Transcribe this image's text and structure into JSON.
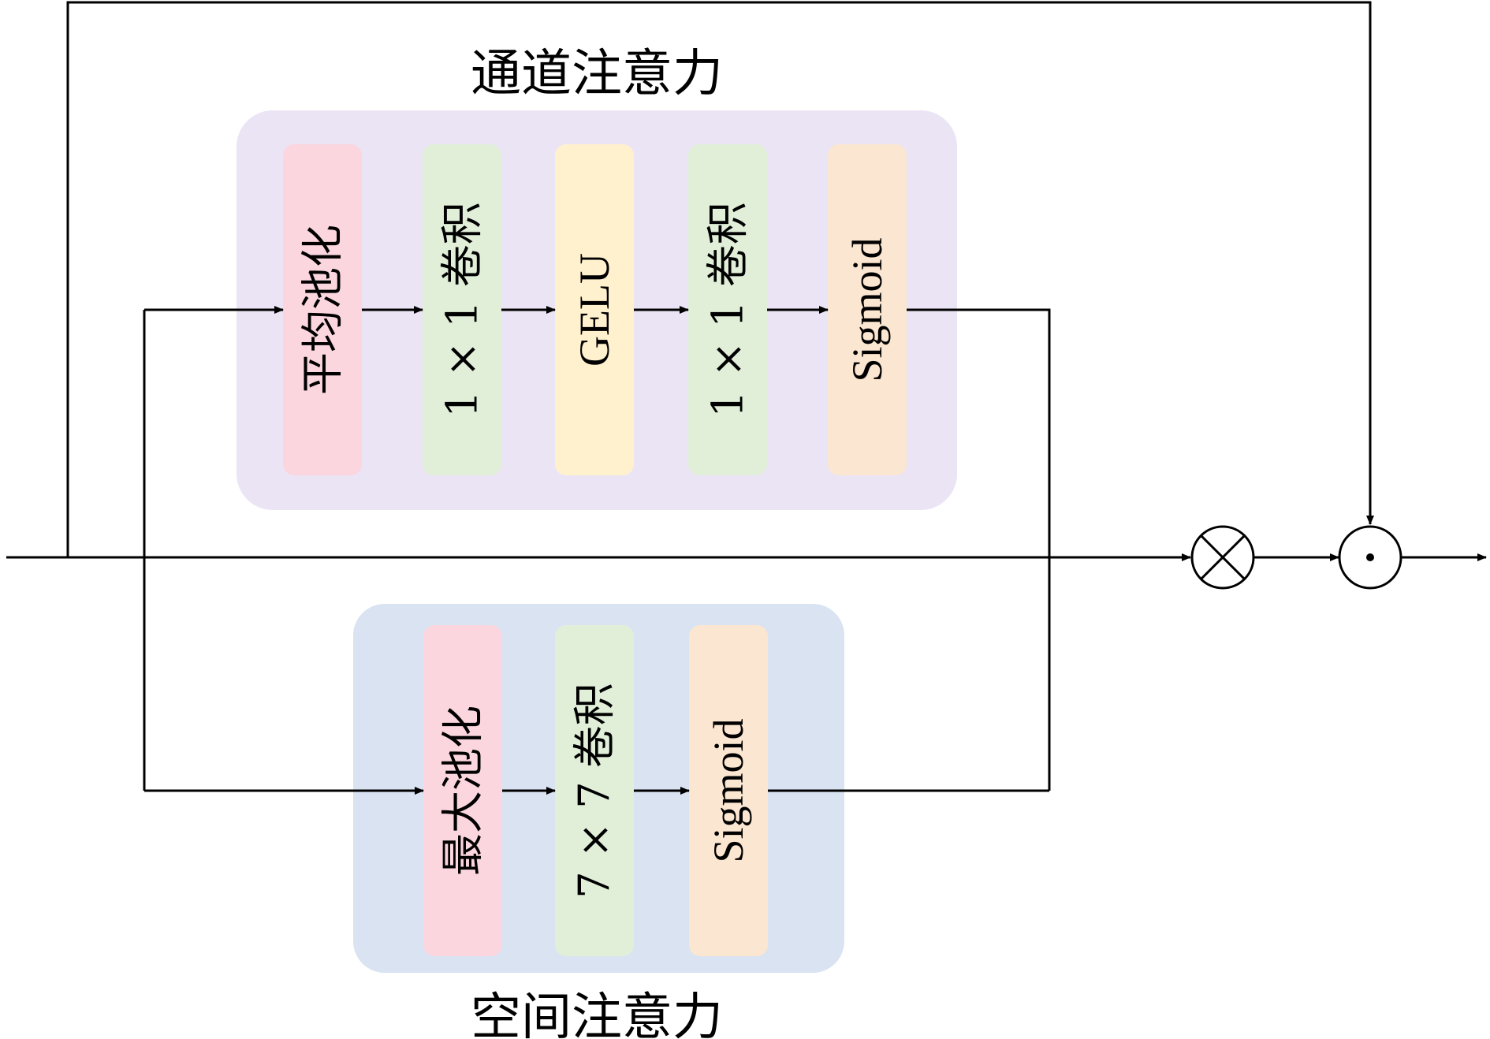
{
  "colors": {
    "channel_group_bg": "#ebe4f5",
    "spatial_group_bg": "#d9e3f2",
    "pool_block": "#fbd6df",
    "conv_block": "#e1efd9",
    "gelu_block": "#fff1cd",
    "sigmoid_block": "#fbe6d1",
    "line": "#000000"
  },
  "channel_attention": {
    "title": "通道注意力",
    "blocks": [
      {
        "id": "avg-pool",
        "label": "平均池化"
      },
      {
        "id": "conv1x1-a",
        "label": "1 × 1 卷积"
      },
      {
        "id": "gelu",
        "label": "GELU"
      },
      {
        "id": "conv1x1-b",
        "label": "1 × 1 卷积"
      },
      {
        "id": "sigmoid",
        "label": "Sigmoid"
      }
    ]
  },
  "spatial_attention": {
    "title": "空间注意力",
    "blocks": [
      {
        "id": "max-pool",
        "label": "最大池化"
      },
      {
        "id": "conv7x7",
        "label": "7 × 7 卷积"
      },
      {
        "id": "sigmoid",
        "label": "Sigmoid"
      }
    ]
  },
  "operators": {
    "multiply": {
      "icon": "circled-times-icon",
      "symbol": "⊗"
    },
    "elementwise": {
      "icon": "circled-dot-icon",
      "symbol": "⊙"
    }
  }
}
